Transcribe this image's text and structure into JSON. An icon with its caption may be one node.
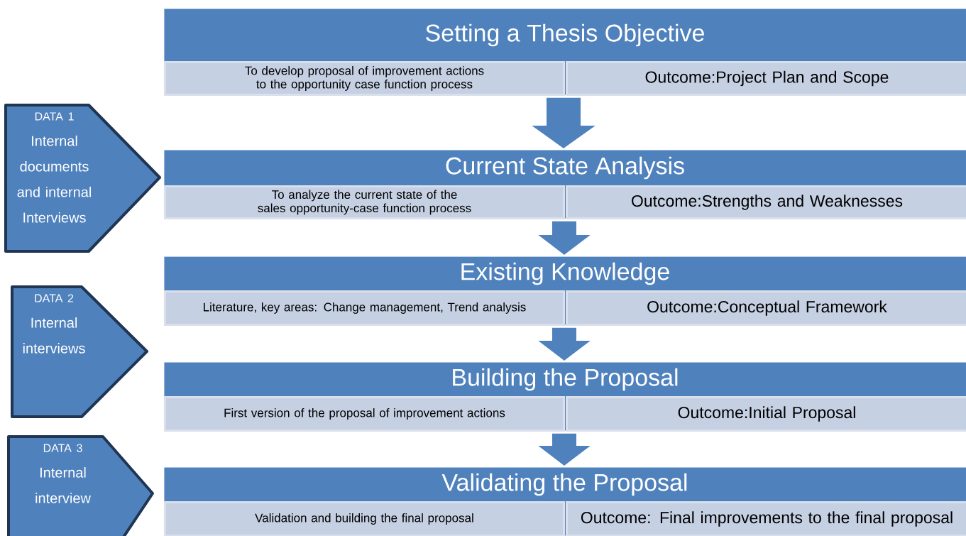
{
  "diagram": {
    "nodes": [
      {
        "text": [
          "Setting a Thesis Objective"
        ]
      },
      {
        "text": [
          "To develop proposal of improvement actions to the opportunity case function process"
        ],
        "in": 0
      },
      {
        "text": [
          "Outcome:Project Plan and Scope"
        ],
        "in": 0
      },
      {
        "text": [
          "DATA 1",
          "Internal documents and internal Interviews"
        ]
      },
      {
        "text": [
          "Current State Analysis"
        ]
      },
      {
        "text": [
          "To analyze the current state of the sales opportunity-case function process"
        ],
        "in": 4
      },
      {
        "text": [
          "Outcome:Strengths and Weaknesses"
        ],
        "in": 4
      },
      {
        "text": [
          "Existing Knowledge"
        ]
      },
      {
        "text": [
          "Literature, key areas: Change management, Trend analysis"
        ],
        "in": 7
      },
      {
        "text": [
          "Outcome:Conceptual Framework"
        ],
        "in": 7
      },
      {
        "text": [
          "DATA 2",
          "Internal interviews"
        ]
      },
      {
        "text": [
          "Building the Proposal"
        ]
      },
      {
        "text": [
          "First version of the proposal of improvement actions"
        ],
        "in": 11
      },
      {
        "text": [
          "Outcome:Initial Proposal"
        ],
        "in": 11
      },
      {
        "text": [
          "DATA 3",
          "Internal interview"
        ]
      },
      {
        "text": [
          "Validating the Proposal"
        ]
      },
      {
        "text": [
          "Validation and building the final proposal"
        ],
        "in": 15
      },
      {
        "text": [
          "Outcome: Final improvements to the final proposal"
        ],
        "in": 15
      }
    ],
    "edges": [
      {
        "from": 0,
        "to": 4,
        "arrow": "to"
      },
      {
        "from": 4,
        "to": 7,
        "arrow": "to"
      },
      {
        "from": 7,
        "to": 11,
        "arrow": "to"
      },
      {
        "from": 11,
        "to": 15,
        "arrow": "to"
      }
    ]
  }
}
